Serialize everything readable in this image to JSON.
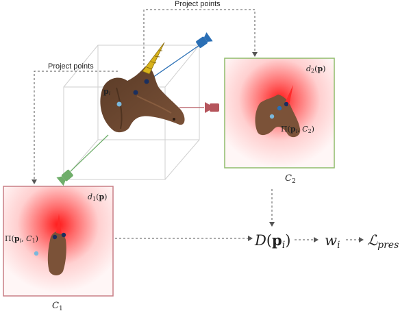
{
  "labels": {
    "project_top": "Project points",
    "project_left": "Project points",
    "point_label": "p",
    "point_sub": "i",
    "view2": {
      "dist_fn": "d",
      "dist_sub": "2",
      "dist_arg": "p",
      "proj_fn": "Π",
      "proj_pt": "p",
      "proj_pt_sub": "i",
      "proj_cam": "C",
      "proj_cam_sub": "2",
      "cam": "C",
      "cam_sub": "2"
    },
    "view1": {
      "dist_fn": "d",
      "dist_sub": "1",
      "dist_arg": "p",
      "proj_fn": "Π",
      "proj_pt": "p",
      "proj_pt_sub": "i",
      "proj_cam": "C",
      "proj_cam_sub": "1",
      "cam": "C",
      "cam_sub": "1"
    },
    "descriptor_fn": "D",
    "descriptor_arg": "p",
    "descriptor_sub": "i",
    "weight": "w",
    "weight_sub": "i",
    "loss": "ℒ",
    "loss_sub": "pres"
  },
  "colors": {
    "view1_border": "#c97f86",
    "view2_border": "#8fbc6a",
    "camera_blue": "#2a6fb5",
    "camera_red": "#b5555c",
    "camera_green": "#6fae6a",
    "point_dark": "#1a2f5e",
    "point_light": "#7ab8dc",
    "horn_gold": "#d8b31c",
    "heatmap_red": "#ff2020"
  },
  "icons": [
    "camera-icon",
    "unicorn-head-icon"
  ]
}
